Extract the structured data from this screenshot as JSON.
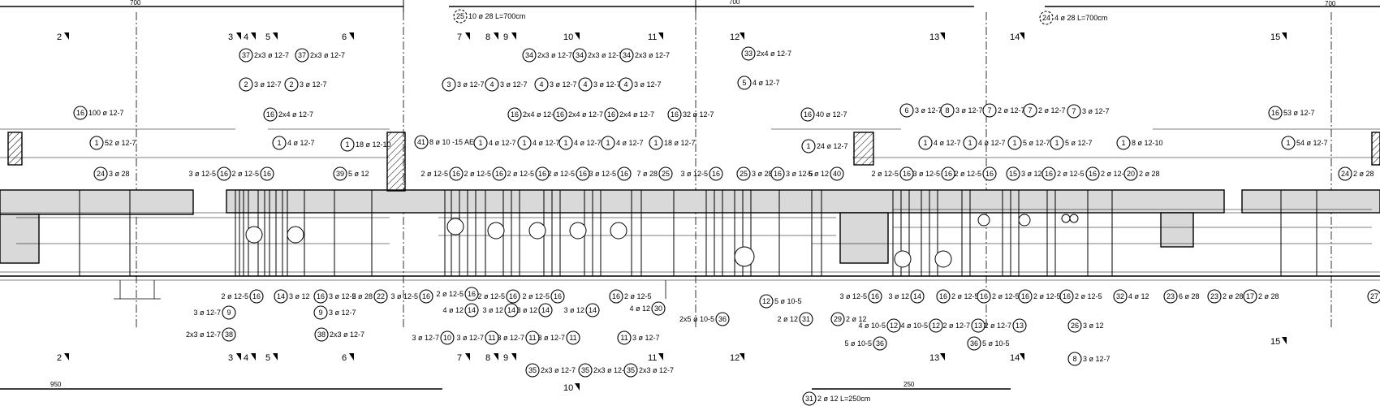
{
  "drawing": {
    "dimensions": {
      "top_left": "700",
      "top_mid": "700",
      "top_right": "700",
      "bottom_left": "950",
      "bottom_mid": "250"
    },
    "section_labels": {
      "top": [
        "2",
        "3",
        "4",
        "5",
        "6",
        "7",
        "8",
        "9",
        "10",
        "11",
        "12",
        "13",
        "14",
        "15"
      ],
      "bottom": [
        "2",
        "3",
        "4",
        "5",
        "6",
        "7",
        "8",
        "9",
        "10",
        "11",
        "12",
        "13",
        "14",
        "15"
      ]
    },
    "callouts": {
      "c25": {
        "num": "25",
        "text": "10 ø 28 L=700cm"
      },
      "c24": {
        "num": "24",
        "text": "4 ø 28 L=700cm"
      },
      "c31": {
        "num": "31",
        "text": "2 ø 12 L=250cm"
      },
      "c37a": {
        "num": "37",
        "text": "2x3 ø 12-7"
      },
      "c37b": {
        "num": "37",
        "text": "2x3 ø 12-7"
      },
      "c34a": {
        "num": "34",
        "text": "2x3 ø 12-7"
      },
      "c34b": {
        "num": "34",
        "text": "2x3 ø 12-7"
      },
      "c34c": {
        "num": "34",
        "text": "2x3 ø 12-7"
      },
      "c33": {
        "num": "33",
        "text": "2x4 ø 12-7"
      },
      "c2a": {
        "num": "2",
        "text": "3 ø 12-7"
      },
      "c2b": {
        "num": "2",
        "text": "3 ø 12-7"
      },
      "c3": {
        "num": "3",
        "text": "3 ø 12-7"
      },
      "c4a": {
        "num": "4",
        "text": "3 ø 12-7"
      },
      "c4b": {
        "num": "4",
        "text": "3 ø 12-7"
      },
      "c4c": {
        "num": "4",
        "text": "3 ø 12-7"
      },
      "c4d": {
        "num": "4",
        "text": "3 ø 12-7"
      },
      "c5": {
        "num": "5",
        "text": "4 ø 12-7"
      },
      "c16a": {
        "num": "16",
        "text": "100 ø 12-7"
      },
      "c16b": {
        "num": "16",
        "text": "2x4 ø 12-7"
      },
      "c16c": {
        "num": "16",
        "text": "2x4 ø 12-7"
      },
      "c16d": {
        "num": "16",
        "text": "2x4 ø 12-7"
      },
      "c16e": {
        "num": "16",
        "text": "2x4 ø 12-7"
      },
      "c16f": {
        "num": "16",
        "text": "32 ø 12-7"
      },
      "c16g": {
        "num": "16",
        "text": "40 ø 12-7"
      },
      "c16h": {
        "num": "16",
        "text": "53 ø 12-7"
      },
      "c6": {
        "num": "6",
        "text": "3 ø 12-7"
      },
      "c8": {
        "num": "8",
        "text": "3 ø 12-7"
      },
      "c7a": {
        "num": "7",
        "text": "2 ø 12-7"
      },
      "c7b": {
        "num": "7",
        "text": "2 ø 12-7"
      },
      "c7c": {
        "num": "7",
        "text": "3 ø 12-7"
      },
      "c1a": {
        "num": "1",
        "text": "52 ø 12-7"
      },
      "c1b": {
        "num": "1",
        "text": "4 ø 12-7"
      },
      "c1c": {
        "num": "1",
        "text": "18 ø 12-10"
      },
      "c41": {
        "num": "41",
        "text": "8 ø 10 -15 AE."
      },
      "c1d": {
        "num": "1",
        "text": "4 ø 12-7"
      },
      "c1e": {
        "num": "1",
        "text": "4 ø 12-7"
      },
      "c1f": {
        "num": "1",
        "text": "4 ø 12-7"
      },
      "c1g": {
        "num": "1",
        "text": "4 ø 12-7"
      },
      "c1h": {
        "num": "1",
        "text": "18 ø 12-7"
      },
      "c1i": {
        "num": "1",
        "text": "24 ø 12-7"
      },
      "c1j": {
        "num": "1",
        "text": "4 ø 12-7"
      },
      "c1k": {
        "num": "1",
        "text": "4 ø 12-7"
      },
      "c1l": {
        "num": "1",
        "text": "5 ø 12-7"
      },
      "c1m": {
        "num": "1",
        "text": "5 ø 12-7"
      },
      "c1n": {
        "num": "1",
        "text": "8 ø 12-10"
      },
      "c1o": {
        "num": "1",
        "text": "54 ø 12-7"
      },
      "r3x28": {
        "text": "3 ø 28",
        "num": "24"
      },
      "r16l1": {
        "pre": "3 ø 12-5",
        "num": "16"
      },
      "r16l2": {
        "pre": "2 ø 12-5",
        "num": "16"
      },
      "r39": {
        "num": "39",
        "text": "5 ø 12"
      },
      "r16m1": {
        "pre": "2 ø 12-5",
        "num": "16"
      },
      "r16m2": {
        "pre": "2 ø 12-5",
        "num": "16"
      },
      "r16m3": {
        "pre": "2 ø 12-5",
        "num": "16"
      },
      "r16m4": {
        "pre": "2 ø 12-5",
        "num": "16"
      },
      "r16m5": {
        "pre": "3 ø 12-5",
        "num": "16"
      },
      "r25b": {
        "pre": "7 ø 28",
        "num": "25"
      },
      "r16n1": {
        "pre": "3 ø 12-5",
        "num": "16"
      },
      "r25c": {
        "num": "25",
        "text": "3 ø 28"
      },
      "r16n2": {
        "num": "16",
        "text": "3 ø 12-5"
      },
      "r40": {
        "pre": "5 ø 12",
        "num": "40"
      },
      "r16p1": {
        "pre": "2 ø 12-5",
        "num": "16"
      },
      "r16p2": {
        "pre": "3 ø 12-5",
        "num": "16"
      },
      "r16p3": {
        "pre": "2 ø 12-5",
        "num": "16"
      },
      "r15": {
        "num": "15",
        "text": "3 ø 12"
      },
      "r16p4": {
        "num": "16",
        "text": "2 ø 12-5"
      },
      "r16p5": {
        "num": "16",
        "text": "2 ø 12-5"
      },
      "r20": {
        "num": "20",
        "text": "2 ø 28"
      },
      "r24b": {
        "num": "24",
        "text": "2 ø 28"
      },
      "b16a": {
        "pre": "2 ø 12-5",
        "num": "16"
      },
      "b14a": {
        "num": "14",
        "text": "3 ø 12"
      },
      "b16b": {
        "num": "16",
        "text": "3 ø 12-5"
      },
      "b22": {
        "pre": "2 ø 28",
        "num": "22"
      },
      "b16c": {
        "pre": "3 ø 12-5",
        "num": "16"
      },
      "b16d": {
        "pre": "2 ø 12-5",
        "num": "16"
      },
      "b16e": {
        "pre": "2 ø 12-5",
        "num": "16"
      },
      "b16f": {
        "pre": "2 ø 12-5",
        "num": "16"
      },
      "b16g": {
        "num": "16",
        "text": "2 ø 12-5"
      },
      "b9a": {
        "pre": "3 ø 12-7",
        "num": "9"
      },
      "b9b": {
        "num": "9",
        "text": "3 ø 12-7"
      },
      "b38a": {
        "pre": "2x3 ø 12-7",
        "num": "38"
      },
      "b38b": {
        "num": "38",
        "text": "2x3 ø 12-7"
      },
      "b14b": {
        "pre": "4 ø 12",
        "num": "14"
      },
      "b14c": {
        "pre": "3 ø 12",
        "num": "14"
      },
      "b14d": {
        "pre": "3 ø 12",
        "num": "14"
      },
      "b14e": {
        "pre": "3 ø 12",
        "num": "14"
      },
      "b30": {
        "pre": "4 ø 12",
        "num": "30"
      },
      "b10": {
        "pre": "3 ø 12-7",
        "num": "10"
      },
      "b11a": {
        "pre": "3 ø 12-7",
        "num": "11"
      },
      "b11b": {
        "pre": "3 ø 12-7",
        "num": "11"
      },
      "b11c": {
        "pre": "3 ø 12-7",
        "num": "11"
      },
      "b11d": {
        "num": "11",
        "text": "3 ø 12-7"
      },
      "b35a": {
        "num": "35",
        "text": "2x3 ø 12-7"
      },
      "b35b": {
        "num": "35",
        "text": "2x3 ø 12-7"
      },
      "b35c": {
        "num": "35",
        "text": "2x3 ø 12-7"
      },
      "b12": {
        "num": "12",
        "text": "5 ø 10-5"
      },
      "b36a": {
        "pre": "2x5 ø 10-5",
        "num": "36"
      },
      "b31b": {
        "pre": "2 ø 12",
        "num": "31"
      },
      "b29": {
        "num": "29",
        "text": "2 ø 12"
      },
      "b16h": {
        "pre": "3 ø 12-5",
        "num": "16"
      },
      "b14f": {
        "pre": "3 ø 12",
        "num": "14"
      },
      "b16i": {
        "num": "16",
        "text": "2 ø 12-5"
      },
      "b16j": {
        "num": "16",
        "text": "2 ø 12-5"
      },
      "b16k": {
        "num": "16",
        "text": "2 ø 12-5"
      },
      "b16l": {
        "num": "16",
        "text": "2 ø 12-5"
      },
      "b32": {
        "num": "32",
        "text": "4 ø 12"
      },
      "b23a": {
        "num": "23",
        "text": "6 ø 28"
      },
      "b23b": {
        "num": "23",
        "text": "2 ø 28"
      },
      "b17": {
        "num": "17",
        "text": "2 ø 28"
      },
      "b27": {
        "num": "27",
        "text": ""
      },
      "b12b": {
        "pre": "4 ø 10-5",
        "num": "12"
      },
      "b12c": {
        "pre": "4 ø 10-5",
        "num": "12"
      },
      "b13a": {
        "pre": "2 ø 12-7",
        "num": "13"
      },
      "b13b": {
        "pre": "2 ø 12-7",
        "num": "13"
      },
      "b26": {
        "num": "26",
        "text": "3 ø 12"
      },
      "b36b": {
        "pre": "5 ø 10-5",
        "num": "36"
      },
      "b36c": {
        "num": "36",
        "text": "5 ø 10-5"
      },
      "b8": {
        "num": "8",
        "text": "3 ø 12-7"
      }
    }
  }
}
